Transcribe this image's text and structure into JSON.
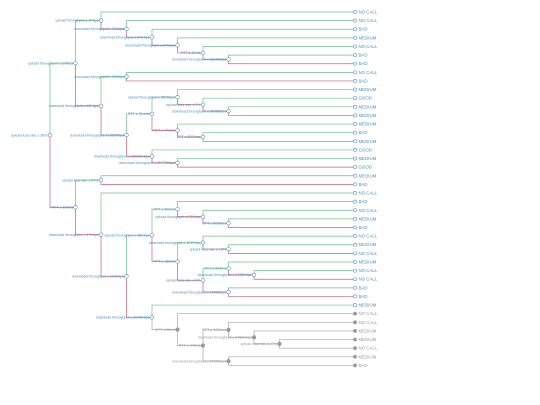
{
  "colors": {
    "green": "#6dbf8a",
    "red": "#c2607c",
    "gray": "#a8a8a8",
    "node_fill": "#ffffff",
    "node_stroke": "#5a8fbf",
    "gray_node": "#9a9a9a",
    "text_blue": "#4a8fc0",
    "text_gray": "#9a9a9a"
  },
  "tree": {
    "root": {
      "label": "upload loss rate ≤ 38%",
      "green": {
        "label": "upload throughput ≤ 12Kbps",
        "green": {
          "label": "upload throughput ≤ 7Kbps",
          "green": {
            "leaf": "NO CALL"
          },
          "red": {
            "label": "download throughput ≤ 18Kbps",
            "green": {
              "leaf": "NO CALL"
            },
            "red": {
              "label": "download throughput ≤ 87Kbps",
              "green": {
                "leaf": "BAD"
              },
              "red": {
                "label": "download throughput ≤ 87Kbps",
                "green": {
                  "leaf": "MEDIUM"
                },
                "red": {
                  "label": "RTT ≤ 87ms",
                  "green": {
                    "leaf": "NO CALL"
                  },
                  "red": {
                    "label": "download throughput ≤ 3218Kbps",
                    "green": {
                      "leaf": "BAD"
                    },
                    "red": {
                      "leaf": "BAD"
                    }
                  }
                }
              }
            }
          }
        },
        "red": {
          "label": "download throughput ≤ 12Kbps",
          "green": {
            "label": "download throughput ≤ 18Kbps",
            "green": {
              "leaf": "NO CALL"
            },
            "red": {
              "leaf": "BAD"
            }
          },
          "red": {
            "label": "download throughput ≤ 1083Kbps",
            "green": {
              "label": "RTT ≤ 314ms",
              "green": {
                "label": "upload throughput ≤ 587Kbps",
                "green": {
                  "leaf": "MEDIUM"
                },
                "red": {
                  "label": "upload loss rate ≤ 2%",
                  "green": {
                    "leaf": "GOOD"
                  },
                  "red": {
                    "label": "download throughput ≤ 9898Kbps",
                    "green": {
                      "leaf": "MEDIUM"
                    },
                    "red": {
                      "leaf": "MEDIUM"
                    }
                  }
                }
              },
              "red": {
                "label": "RTT ≤ 141ms",
                "green": {
                  "leaf": "MEDIUM"
                },
                "red": {
                  "label": "RTT ≤ 5034ms",
                  "green": {
                    "leaf": "BAD"
                  },
                  "red": {
                    "leaf": "MEDIUM"
                  }
                }
              }
            },
            "red": {
              "label": "download throughput ≤ 18289Kbps",
              "green": {
                "leaf": "GOOD"
              },
              "red": {
                "label": "download throughput ≤ 20778Kbps",
                "green": {
                  "leaf": "MEDIUM"
                },
                "red": {
                  "leaf": "GOOD"
                }
              }
            }
          }
        }
      },
      "red": {
        "label": "RTT ≤ 373ms",
        "green": {
          "label": "upload loss rate ≤ 37%",
          "green": {
            "leaf": "MEDIUM"
          },
          "red": {
            "leaf": "BAD"
          }
        },
        "red": {
          "label": "download throughput ≤ 37Kbps",
          "green": {
            "leaf": "NO CALL"
          },
          "red": {
            "label": "download throughput ≤ 310Kbps",
            "green": {
              "label": "upload throughput ≤ 38Kbps",
              "green": {
                "label": "RTT ≤ 502ms",
                "green": {
                  "leaf": "BAD"
                },
                "red": {
                  "label": "upload throughput ≤ 33Kbps",
                  "green": {
                    "leaf": "NO CALL"
                  },
                  "red": {
                    "label": "RTT ≤ 5038ms",
                    "green": {
                      "leaf": "MEDIUM"
                    },
                    "red": {
                      "leaf": "BAD"
                    }
                  }
                }
              },
              "red": {
                "label": "RTT ≤ 182ms",
                "green": {
                  "label": "download throughput ≤ 121Kbps",
                  "green": {
                    "leaf": "NO CALL"
                  },
                  "red": {
                    "label": "upload loss rate ≤ 18%",
                    "green": {
                      "leaf": "MEDIUM"
                    },
                    "red": {
                      "leaf": "NO CALL"
                    }
                  }
                },
                "red": {
                  "label": "upload loss rate ≤ 8%",
                  "green": {
                    "label": "RTT ≤ 503ms",
                    "green": {
                      "leaf": "MEDIUM"
                    },
                    "red": {
                      "label": "download throughput ≤ 3728Kbps",
                      "green": {
                        "leaf": "NO CALL"
                      },
                      "red": {
                        "leaf": "NO CALL"
                      }
                    }
                  },
                  "red": {
                    "label": "download throughput ≤ 7838Kbps",
                    "green": {
                      "leaf": "BAD"
                    },
                    "red": {
                      "leaf": "BAD"
                    }
                  }
                }
              }
            },
            "red": {
              "label": "download throughput ≤ 2098Kbps",
              "green": {
                "leaf": "MEDIUM"
              },
              "red": {
                "label": "RTT ≤ 80ms",
                "green": {
                  "leaf": "NO CALL"
                },
                "red": {
                  "label": "RTT ≤ 343ms",
                  "green": {
                    "label": "RTT ≤ 1022ms",
                    "green": {
                      "leaf": "NO CALL"
                    },
                    "red": {
                      "label": "download throughput ≤ 3758Kbps",
                      "green": {
                        "leaf": "MEDIUM"
                      },
                      "red": {
                        "label": "upload loss rate ≤ 27%",
                        "green": {
                          "leaf": "MEDIUM"
                        },
                        "red": {
                          "leaf": "NO CALL"
                        }
                      }
                    }
                  },
                  "red": {
                    "label": "download throughput ≤ 5798Kbps",
                    "green": {
                      "leaf": "MEDIUM"
                    },
                    "red": {
                      "leaf": "BAD"
                    }
                  }
                }
              }
            }
          }
        }
      }
    }
  }
}
